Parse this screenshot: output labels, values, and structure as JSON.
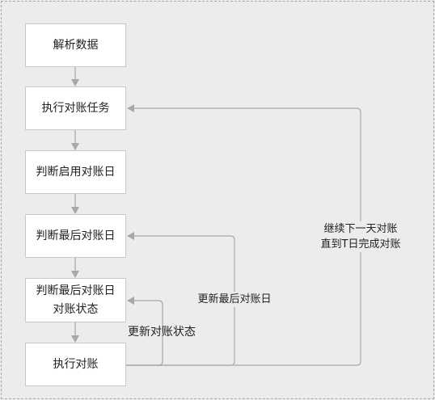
{
  "nodes": {
    "parse": "解析数据",
    "exec_task": "执行对账任务",
    "judge_enable": "判断启用对账日",
    "judge_last": "判断最后对账日",
    "judge_status": "判断最后对账日\n对账状态",
    "exec_recon": "执行对账"
  },
  "edge_labels": {
    "update_status": "更新对账状态",
    "update_last": "更新最后对账日",
    "continue_next": "继续下一天对账\n直到T日完成对账"
  },
  "colors": {
    "background": "#ececec",
    "node_fill": "#ffffff",
    "node_border": "#c8c8c8",
    "edge": "#a8a8a8",
    "text": "#222222"
  }
}
